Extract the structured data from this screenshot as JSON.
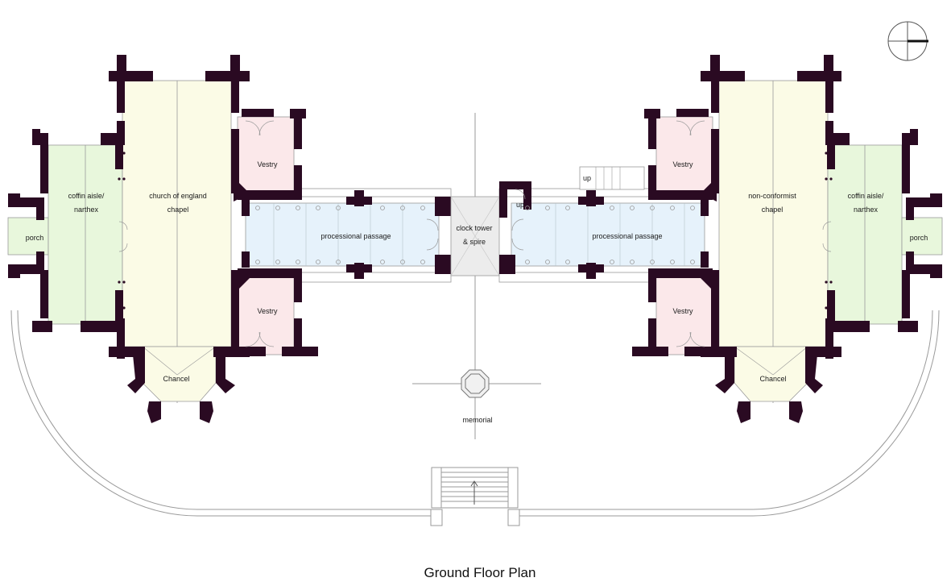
{
  "title": "Ground Floor Plan",
  "colors": {
    "wall": "#2a0a22",
    "chapel_fill": "#fbfbe6",
    "aisle_fill": "#e8f7dc",
    "vestry_fill": "#fbe8ea",
    "passage_fill": "#e6f2fb",
    "tower_fill": "#ececec",
    "line": "#9a9a9a"
  },
  "rooms": {
    "left_porch": "porch",
    "left_aisle_line1": "coffin aisle/",
    "left_aisle_line2": "narthex",
    "left_chapel_line1": "church of england",
    "left_chapel_line2": "chapel",
    "left_vestry_top": "Vestry",
    "left_vestry_bottom": "Vestry",
    "left_passage": "processional passage",
    "left_chancel": "Chancel",
    "tower_line1": "clock tower",
    "tower_line2": "& spire",
    "right_passage": "processional passage",
    "right_vestry_top": "Vestry",
    "right_vestry_bottom": "Vestry",
    "right_chapel_line1": "non-conformist",
    "right_chapel_line2": "chapel",
    "right_aisle_line1": "coffin aisle/",
    "right_aisle_line2": "narthex",
    "right_porch": "porch",
    "right_chancel": "Chancel",
    "stair_up_1": "up",
    "stair_up_2": "up",
    "memorial": "memorial"
  },
  "icons": {
    "compass": "north-arrow-icon",
    "entrance_arrow": "arrow-up-icon"
  }
}
